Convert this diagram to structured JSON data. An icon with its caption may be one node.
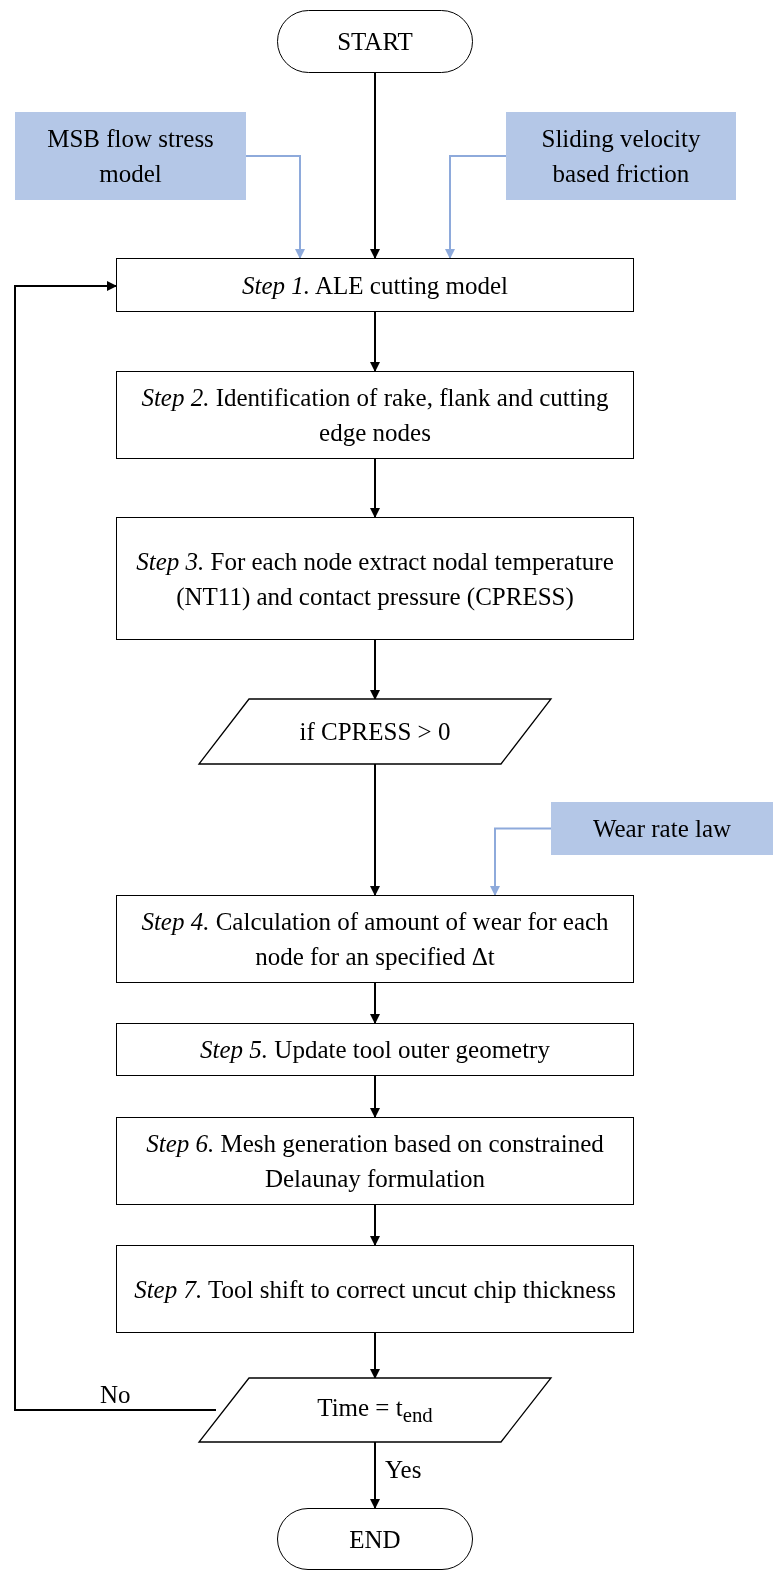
{
  "diagram": {
    "nodes": [
      {
        "text": [
          "START"
        ]
      },
      {
        "text": [
          "MSB flow stress model"
        ]
      },
      {
        "text": [
          "Sliding velocity based friction"
        ]
      },
      {
        "text": [
          "*Step 1.* ALE cutting model"
        ]
      },
      {
        "text": [
          "*Step 2.* Identification of rake, flank and cutting edge nodes"
        ]
      },
      {
        "text": [
          "*Step 3.* For each node extract nodal temperature (NT11) and contact pressure (CPRESS)"
        ]
      },
      {
        "text": [
          "if CPRESS > 0"
        ]
      },
      {
        "text": [
          "Wear rate law"
        ]
      },
      {
        "text": [
          "*Step 4.* Calculation of amount of wear for each node for an specified Δt"
        ]
      },
      {
        "text": [
          "*Step 5.* Update tool outer geometry"
        ]
      },
      {
        "text": [
          "*Step 6.* Mesh generation based on constrained Delaunay formulation"
        ]
      },
      {
        "text": [
          "*Step 7.* Tool shift to correct uncut chip thickness"
        ]
      },
      {
        "text": [
          "Time = t$_{end}$"
        ]
      },
      {
        "text": [
          "END"
        ]
      }
    ],
    "edges": [
      {
        "from": 0,
        "to": 3,
        "arrow": "to"
      },
      {
        "from": 1,
        "to": 3,
        "arrow": "to",
        "color": "#8eaadb"
      },
      {
        "from": 2,
        "to": 3,
        "arrow": "to",
        "color": "#8eaadb"
      },
      {
        "from": 3,
        "to": 4,
        "arrow": "to"
      },
      {
        "from": 4,
        "to": 5,
        "arrow": "to"
      },
      {
        "from": 5,
        "to": 6,
        "arrow": "to"
      },
      {
        "from": 6,
        "to": 8,
        "arrow": "to"
      },
      {
        "from": 7,
        "to": 8,
        "arrow": "to",
        "color": "#8eaadb"
      },
      {
        "from": 8,
        "to": 9,
        "arrow": "to"
      },
      {
        "from": 9,
        "to": 10,
        "arrow": "to"
      },
      {
        "from": 10,
        "to": 11,
        "arrow": "to"
      },
      {
        "from": 11,
        "to": 12,
        "arrow": "to"
      },
      {
        "from": 12,
        "to": 3,
        "arrow": "to",
        "label": "No"
      },
      {
        "from": 12,
        "to": 13,
        "arrow": "to",
        "label": "Yes"
      }
    ]
  }
}
